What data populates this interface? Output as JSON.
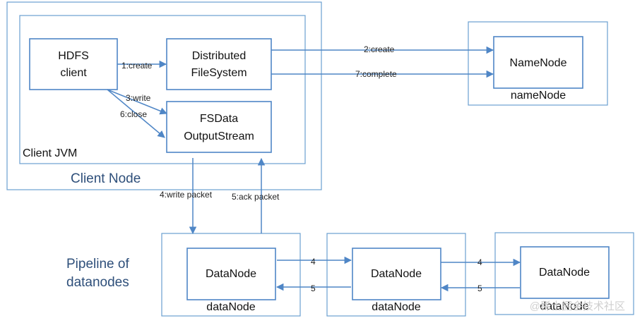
{
  "colors": {
    "box_stroke": "#4f86c6",
    "frame_stroke": "#6a9fd0",
    "title_text": "#2e4f7a"
  },
  "client_node": {
    "title": "Client Node",
    "jvm_label": "Client JVM",
    "hdfs_client": [
      "HDFS",
      "client"
    ],
    "distributed_fs": [
      "Distributed",
      "FileSystem"
    ],
    "fsdata_stream": [
      "FSData",
      "OutputStream"
    ]
  },
  "namenode_host": {
    "inner_label": "NameNode",
    "host_label": "nameNode"
  },
  "pipeline": {
    "title": [
      "Pipeline of",
      "datanodes"
    ]
  },
  "datanodes": [
    {
      "inner_label": "DataNode",
      "host_label": "dataNode"
    },
    {
      "inner_label": "DataNode",
      "host_label": "dataNode"
    },
    {
      "inner_label": "DataNode",
      "host_label": "dataNode"
    }
  ],
  "edges": {
    "create_local": "1:create",
    "create_remote": "2:create",
    "write": "3:write",
    "write_packet": "4:write packet",
    "ack_packet": "5:ack packet",
    "close": "6:close",
    "complete": "7:complete",
    "pipe_write_1": "4",
    "pipe_ack_1": "5",
    "pipe_write_2": "4",
    "pipe_ack_2": "5"
  },
  "watermark": "@稀土掘金技术社区"
}
